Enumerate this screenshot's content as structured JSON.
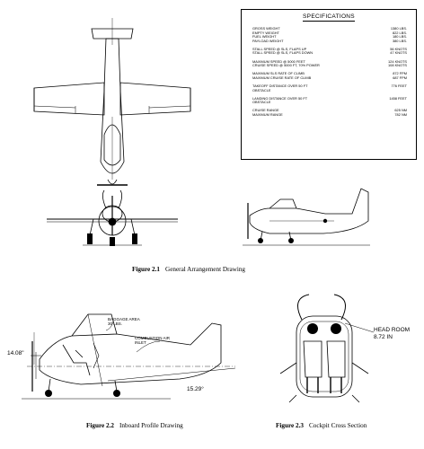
{
  "specifications": {
    "title": "SPECIFICATIONS",
    "rows": [
      {
        "label": "GROSS WEIGHT",
        "value": "1380 LBS."
      },
      {
        "label": "EMPTY WEIGHT",
        "value": "822 LBS."
      },
      {
        "label": "FUEL WEIGHT",
        "value": "180 LBS."
      },
      {
        "label": "PAYLOAD WEIGHT",
        "value": "380 LBS."
      },
      {
        "label": "STALL SPEED @ SLS, FLAPS UP",
        "value": "56 KNOTS"
      },
      {
        "label": "STALL SPEED @ SLS, FLAPS DOWN",
        "value": "47 KNOTS"
      },
      {
        "label": "MAXIMUM SPEED @ 5000 FEET",
        "value": "124 KNOTS"
      },
      {
        "label": "CRUISE SPEED @ 5000 FT, 70% POWER",
        "value": "108 KNOTS"
      },
      {
        "label": "MAXIMUM SLS RATE OF CLIMB",
        "value": "872 FPM"
      },
      {
        "label": "MAXIMUM CRUISE RATE OF CLIMB",
        "value": "687 FPM"
      },
      {
        "label": "TAKEOFF DISTANCE OVER 50 FT\nOBSTACLE",
        "value": "776 FEET"
      },
      {
        "label": "LANDING DISTANCE OVER 50 FT\nOBSTACLE",
        "value": "1458 FEET"
      },
      {
        "label": "CRUISE RANGE",
        "value": "625 NM"
      },
      {
        "label": "MAXIMUM RANGE",
        "value": "782 NM"
      }
    ]
  },
  "figures": [
    {
      "number": "Figure 2.1",
      "title": "General Arrangement Drawing"
    },
    {
      "number": "Figure 2.2",
      "title": "Inboard Profile Drawing"
    },
    {
      "number": "Figure 2.3",
      "title": "Cockpit Cross Section"
    }
  ],
  "annotations": {
    "baggage": "BAGGAGE AREA\n30 LBS.",
    "combustion": "COMBUSTION AIR\nINLET",
    "height": "14.08\"",
    "angle": "15.29°",
    "headroom": "HEAD ROOM\n8.72 IN"
  }
}
